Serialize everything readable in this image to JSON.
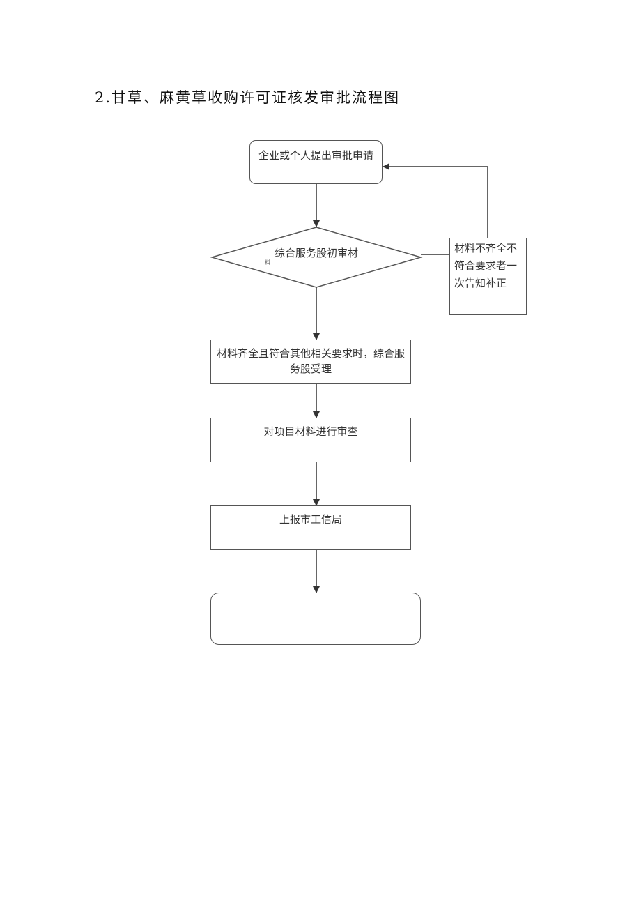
{
  "title": "2.甘草、麻黄草收购许可证核发审批流程图",
  "nodes": {
    "start": "企业或个人提出审批申请",
    "review": "综合服务股初审材",
    "review_suffix": "料",
    "side_note": "材料不齐全不符合要求者一次告知补正",
    "accept": "材料齐全且符合其他相关要求时，综合服务股受理",
    "examine": "对项目材料进行审查",
    "report": "上报市工信局",
    "end": ""
  },
  "colors": {
    "line": "#333333",
    "border": "#555555"
  }
}
